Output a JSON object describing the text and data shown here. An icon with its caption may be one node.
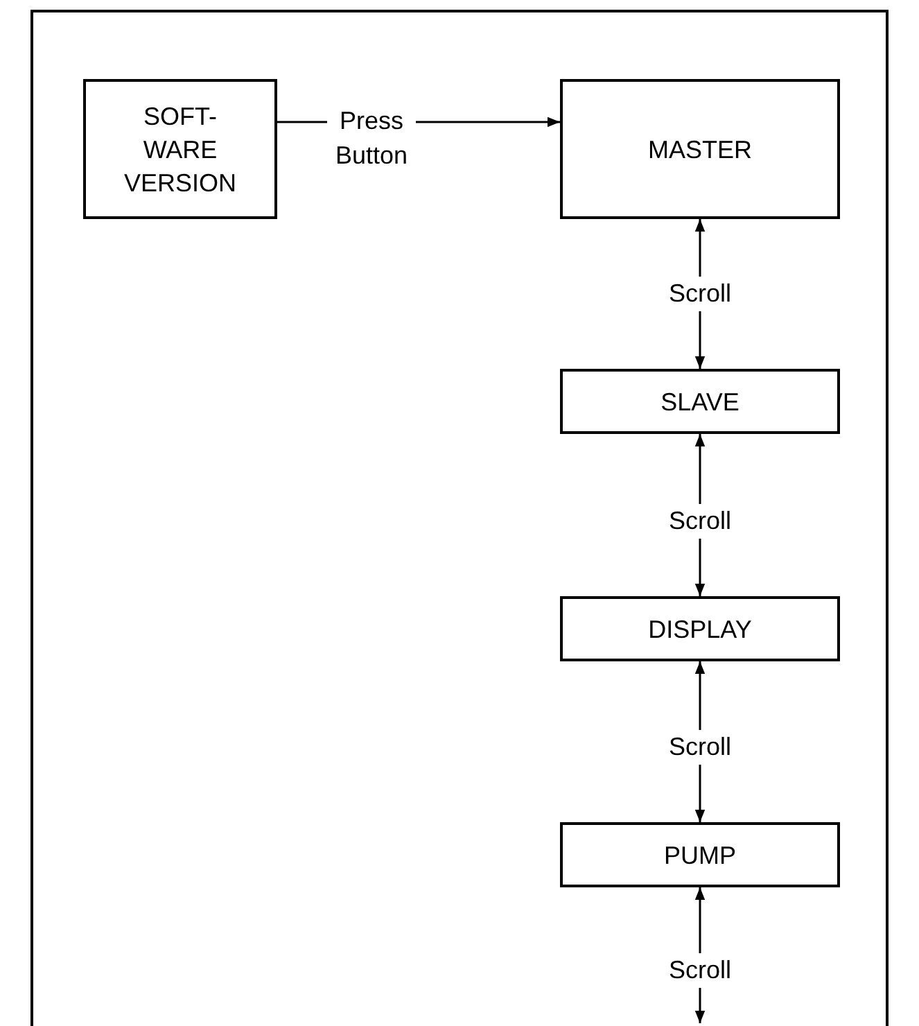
{
  "diagram": {
    "nodes": [
      {
        "text": [
          "SOFT- WARE VERSION"
        ]
      },
      {
        "text": [
          "MASTER"
        ]
      },
      {
        "text": [
          "SLAVE"
        ]
      },
      {
        "text": [
          "DISPLAY"
        ]
      },
      {
        "text": [
          "PUMP"
        ]
      }
    ],
    "edges": [
      {
        "from": 0,
        "to": 1,
        "arrow": "to",
        "label": "Press Button"
      },
      {
        "from": 1,
        "to": 2,
        "arrow": "both",
        "label": "Scroll"
      },
      {
        "from": 2,
        "to": 3,
        "arrow": "both",
        "label": "Scroll"
      },
      {
        "from": 3,
        "to": 4,
        "arrow": "both",
        "label": "Scroll"
      },
      {
        "from": 4,
        "to": null,
        "arrow": "both",
        "label": "Scroll"
      }
    ]
  }
}
